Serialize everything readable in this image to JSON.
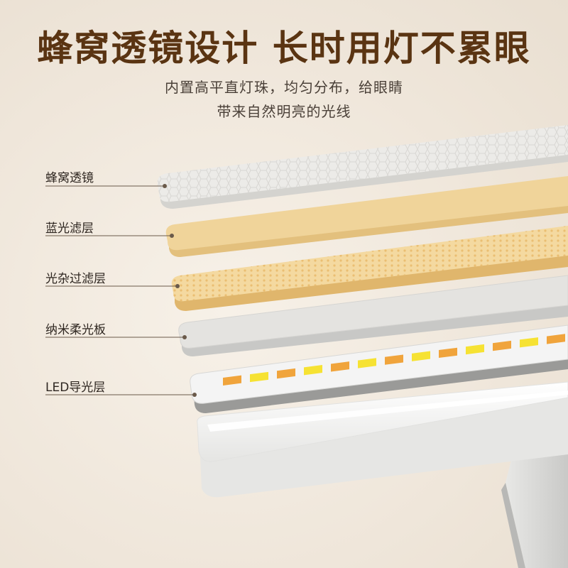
{
  "headline": "蜂窝透镜设计 长时用灯不累眼",
  "subtitle_line1": "内置高平直灯珠，均匀分布，给眼睛",
  "subtitle_line2": "带来自然明亮的光线",
  "layers": [
    {
      "label": "蜂窝透镜"
    },
    {
      "label": "蓝光滤层"
    },
    {
      "label": "光杂过滤层"
    },
    {
      "label": "纳米柔光板"
    },
    {
      "label": "LED导光层"
    }
  ],
  "colors": {
    "headline": "#5a3412",
    "honeycomb_lens": "#ecebe8",
    "blue_filter": "#f0d49a",
    "stray_light_filter": "#f4d9a0",
    "soft_light_panel": "#e2e1de",
    "led_panel": "#f4f4f4",
    "led_yellow": "#f6e233",
    "led_orange": "#f0a43c",
    "lamp_body": "#f6f6f4"
  },
  "icons": [
    "led-bead-icon"
  ]
}
